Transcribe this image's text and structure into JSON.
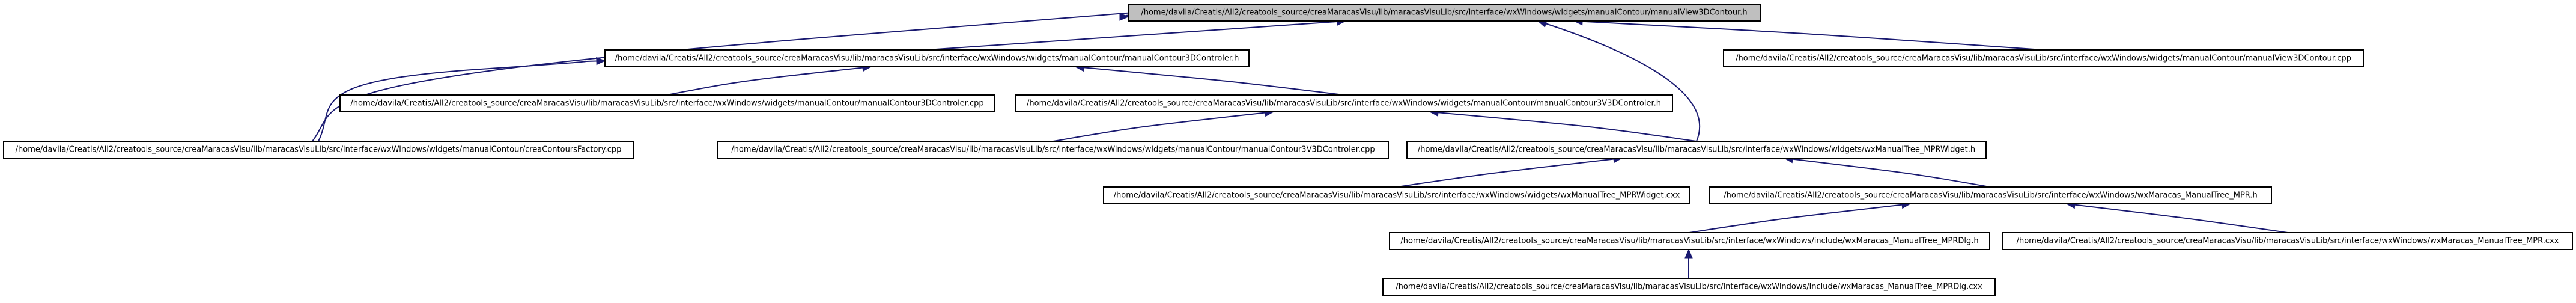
{
  "nodes": [
    {
      "id": "n1",
      "label": "/home/davila/Creatis/All2/creatools_source/creaMaracasVisu/lib/maracasVisuLib/src/interface/wxWindows/widgets/manualContour/manualView3DContour.h",
      "root": true
    },
    {
      "id": "n2",
      "label": "/home/davila/Creatis/All2/creatools_source/creaMaracasVisu/lib/maracasVisuLib/src/interface/wxWindows/widgets/manualContour/manualContour3DControler.h"
    },
    {
      "id": "n3",
      "label": "/home/davila/Creatis/All2/creatools_source/creaMaracasVisu/lib/maracasVisuLib/src/interface/wxWindows/widgets/manualContour/manualView3DContour.cpp"
    },
    {
      "id": "n4",
      "label": "/home/davila/Creatis/All2/creatools_source/creaMaracasVisu/lib/maracasVisuLib/src/interface/wxWindows/widgets/manualContour/manualContour3DControler.cpp"
    },
    {
      "id": "n5",
      "label": "/home/davila/Creatis/All2/creatools_source/creaMaracasVisu/lib/maracasVisuLib/src/interface/wxWindows/widgets/manualContour/manualContour3V3DControler.h"
    },
    {
      "id": "n6",
      "label": "/home/davila/Creatis/All2/creatools_source/creaMaracasVisu/lib/maracasVisuLib/src/interface/wxWindows/widgets/manualContour/creaContoursFactory.cpp"
    },
    {
      "id": "n7",
      "label": "/home/davila/Creatis/All2/creatools_source/creaMaracasVisu/lib/maracasVisuLib/src/interface/wxWindows/widgets/manualContour/manualContour3V3DControler.cpp"
    },
    {
      "id": "n8",
      "label": "/home/davila/Creatis/All2/creatools_source/creaMaracasVisu/lib/maracasVisuLib/src/interface/wxWindows/widgets/wxManualTree_MPRWidget.h"
    },
    {
      "id": "n9",
      "label": "/home/davila/Creatis/All2/creatools_source/creaMaracasVisu/lib/maracasVisuLib/src/interface/wxWindows/widgets/wxManualTree_MPRWidget.cxx"
    },
    {
      "id": "n10",
      "label": "/home/davila/Creatis/All2/creatools_source/creaMaracasVisu/lib/maracasVisuLib/src/interface/wxWindows/wxMaracas_ManualTree_MPR.h"
    },
    {
      "id": "n11",
      "label": "/home/davila/Creatis/All2/creatools_source/creaMaracasVisu/lib/maracasVisuLib/src/interface/wxWindows/include/wxMaracas_ManualTree_MPRDlg.h"
    },
    {
      "id": "n12",
      "label": "/home/davila/Creatis/All2/creatools_source/creaMaracasVisu/lib/maracasVisuLib/src/interface/wxWindows/wxMaracas_ManualTree_MPR.cxx"
    },
    {
      "id": "n13",
      "label": "/home/davila/Creatis/All2/creatools_source/creaMaracasVisu/lib/maracasVisuLib/src/interface/wxWindows/include/wxMaracas_ManualTree_MPRDlg.cxx"
    }
  ],
  "edges": [
    {
      "from": "n2",
      "to": "n1"
    },
    {
      "from": "n3",
      "to": "n1"
    },
    {
      "from": "n6",
      "to": "n1"
    },
    {
      "from": "n8",
      "to": "n1"
    },
    {
      "from": "n4",
      "to": "n2"
    },
    {
      "from": "n5",
      "to": "n2"
    },
    {
      "from": "n6",
      "to": "n2"
    },
    {
      "from": "n7",
      "to": "n5"
    },
    {
      "from": "n8",
      "to": "n5"
    },
    {
      "from": "n9",
      "to": "n8"
    },
    {
      "from": "n10",
      "to": "n8"
    },
    {
      "from": "n11",
      "to": "n10"
    },
    {
      "from": "n12",
      "to": "n10"
    },
    {
      "from": "n13",
      "to": "n11"
    }
  ]
}
